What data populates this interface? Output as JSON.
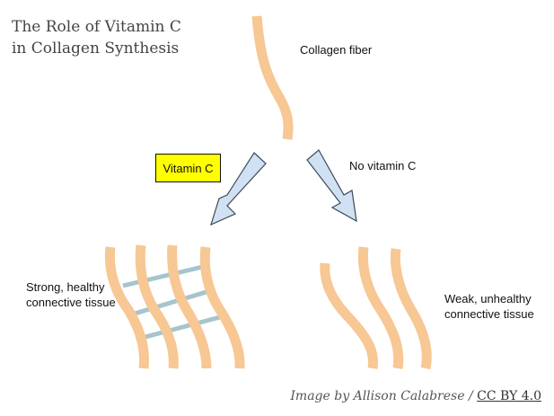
{
  "title": {
    "line1": "The Role of Vitamin C",
    "line2": "in Collagen Synthesis"
  },
  "labels": {
    "collagen_fiber": "Collagen fiber",
    "vitamin_c": "Vitamin C",
    "no_vitamin_c": "No vitamin C",
    "strong_line1": "Strong, healthy",
    "strong_line2": "connective tissue",
    "weak_line1": "Weak, unhealthy",
    "weak_line2": "connective tissue"
  },
  "credit": {
    "prefix": "Image by Allison Calabrese",
    "separator": "/",
    "license": "CC BY 4.0"
  },
  "colors": {
    "fiber": "#f7c794",
    "crosslink": "#a6c4cc",
    "arrow_fill": "#cfe1f3",
    "arrow_stroke": "#3d4a57",
    "badge": "#ffff00"
  }
}
